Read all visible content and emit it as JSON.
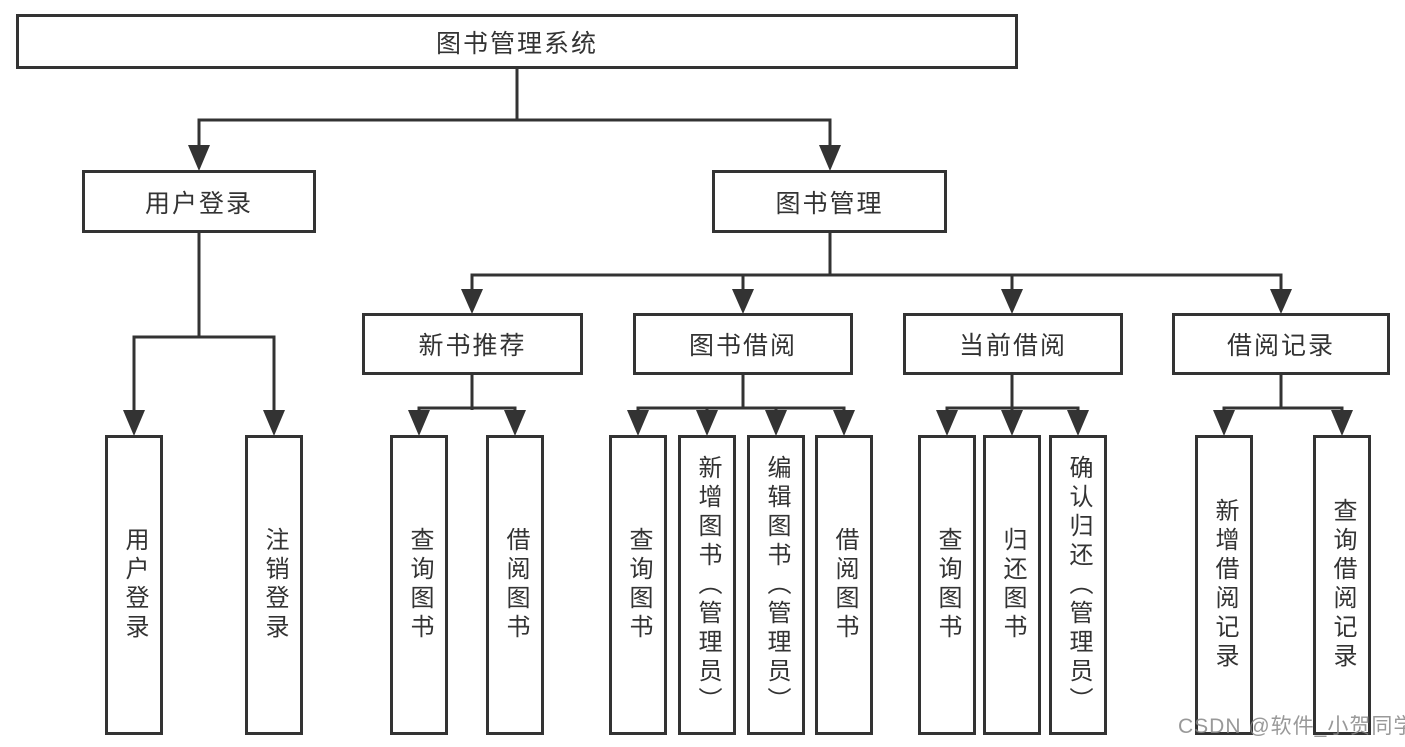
{
  "diagram_type": "hierarchy-tree",
  "colors": {
    "line": "#333333",
    "box_border": "#333333",
    "box_background": "#ffffff",
    "text": "#333333",
    "watermark": "#878787"
  },
  "watermark": "CSDN @软件_小贺同学",
  "tree": {
    "label": "图书管理系统",
    "children": [
      {
        "label": "用户登录",
        "children": [
          {
            "label": "用户登录"
          },
          {
            "label": "注销登录"
          }
        ]
      },
      {
        "label": "图书管理",
        "children": [
          {
            "label": "新书推荐",
            "children": [
              {
                "label": "查询图书"
              },
              {
                "label": "借阅图书"
              }
            ]
          },
          {
            "label": "图书借阅",
            "children": [
              {
                "label": "查询图书"
              },
              {
                "label": "新增图书（管理员）"
              },
              {
                "label": "编辑图书（管理员）"
              },
              {
                "label": "借阅图书"
              }
            ]
          },
          {
            "label": "当前借阅",
            "children": [
              {
                "label": "查询图书"
              },
              {
                "label": "归还图书"
              },
              {
                "label": "确认归还（管理员）"
              }
            ]
          },
          {
            "label": "借阅记录",
            "children": [
              {
                "label": "新增借阅记录"
              },
              {
                "label": "查询借阅记录"
              }
            ]
          }
        ]
      }
    ]
  }
}
